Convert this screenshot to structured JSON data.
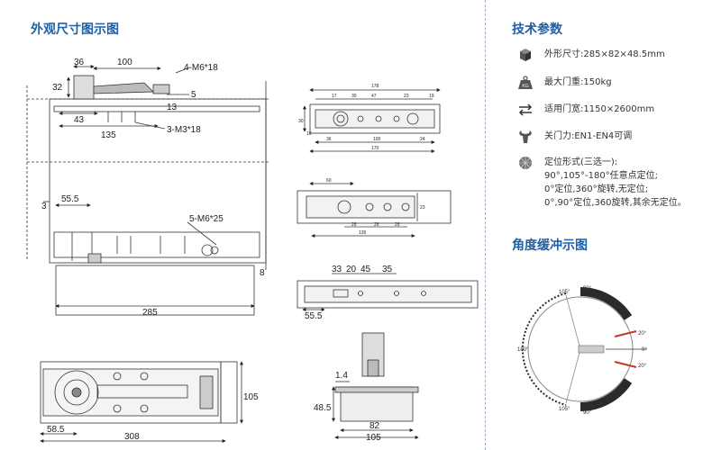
{
  "headings": {
    "dimension_drawing": "外观尺寸图示图",
    "tech_specs": "技术参数",
    "angle_buffer": "角度缓冲示图"
  },
  "specs": [
    {
      "icon": "box-icon",
      "label": "外形尺寸:285×82×48.5mm"
    },
    {
      "icon": "kg-weight-icon",
      "label": "最大门重:150kg"
    },
    {
      "icon": "width-arrows-icon",
      "label": "适用门宽:1150×2600mm"
    },
    {
      "icon": "wrench-icon",
      "label": "关门力:EN1-EN4可调"
    },
    {
      "icon": "position-wheel-icon",
      "label": "定位形式(三选一):",
      "lines": [
        "90°,105°-180°任意点定位;",
        "0°定位,360°旋转,无定位;",
        "0°,90°定位,360旋转,其余无定位。"
      ]
    }
  ],
  "main_view": {
    "dims": {
      "d36": "36",
      "d100": "100",
      "m6_18": "4-M6*18",
      "d32": "32",
      "d5": "5",
      "d13": "13",
      "d43": "43",
      "m3_18": "3-M3*18",
      "d135": "135",
      "d3": "3",
      "d55_5": "55.5",
      "m6_25": "5-M6*25",
      "d8": "8",
      "d285": "285"
    }
  },
  "bottom_view": {
    "d105": "105",
    "d58_5": "58.5",
    "d308": "308"
  },
  "end_view": {
    "d1_4": "1.4",
    "d48_5": "48.5",
    "d82": "82",
    "d105": "105"
  },
  "top_view_1": {
    "d178": "178",
    "d17": "17",
    "d30a": "30",
    "d47": "47",
    "d23": "23",
    "d19": "19",
    "d30b": "30",
    "d10": "10",
    "d36": "36",
    "d100": "100",
    "d24": "24",
    "d170": "170"
  },
  "top_view_2": {
    "d60": "60",
    "d23": "23",
    "d26a": "26",
    "d26b": "26",
    "d26c": "26",
    "d135": "135"
  },
  "top_view_3": {
    "d33": "33",
    "d20": "20",
    "d45": "45",
    "d35": "35",
    "d55_5": "55.5"
  },
  "angle_chart": {
    "labels": {
      "a90_top": "90°",
      "a105_top": "105°",
      "a180": "180°",
      "a20_top": "20°",
      "a0": "0°",
      "a20_bottom": "20°",
      "a105_bottom": "105°",
      "a90_bottom": "90°"
    },
    "colors": {
      "buffer_band": "#2b2b2b",
      "arrow": "#c0392b",
      "circle": "#888888"
    }
  }
}
